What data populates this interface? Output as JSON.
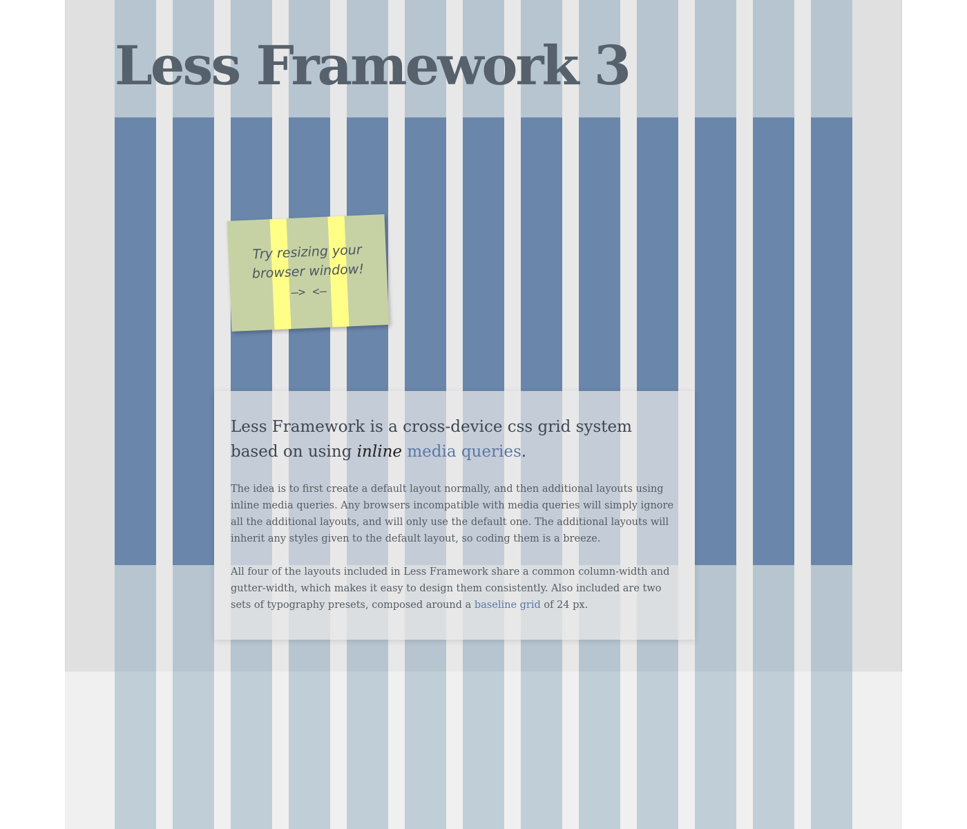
{
  "page": {
    "title": "Less Framework 3"
  },
  "sticky_note": {
    "line1": "Try resizing your",
    "line2": "browser window!",
    "arrows": "—> <—"
  },
  "intro": {
    "lead_part1": "Less Framework is a cross-device css grid system based on using ",
    "lead_emphasis": "inline",
    "lead_space": " ",
    "lead_link": "media queries",
    "lead_end": ".",
    "paragraph1": "The idea is to first create a default layout normally, and then additional layouts using inline media queries. Any browsers incompatible with media queries will simply ignore all the additional layouts, and will only use the default one. The additional layouts will inherit any styles given to the default layout, so coding them is a breeze.",
    "paragraph2_part1": "All four of the layouts included in Less Framework share a common column-width and gutter-width, which makes it easy to design them consistently. Also included are two sets of typography presets, composed around a ",
    "paragraph2_link": "baseline grid",
    "paragraph2_end": " of 24 px."
  },
  "colors": {
    "background": "#ffffff",
    "page_panel": "#e0e0e0",
    "column_light": "#b7c5d0",
    "column_dark": "#6a86ab",
    "sticky_note": "#c6d2a4",
    "highlight": "#ffff88",
    "link": "#5b78a8"
  }
}
